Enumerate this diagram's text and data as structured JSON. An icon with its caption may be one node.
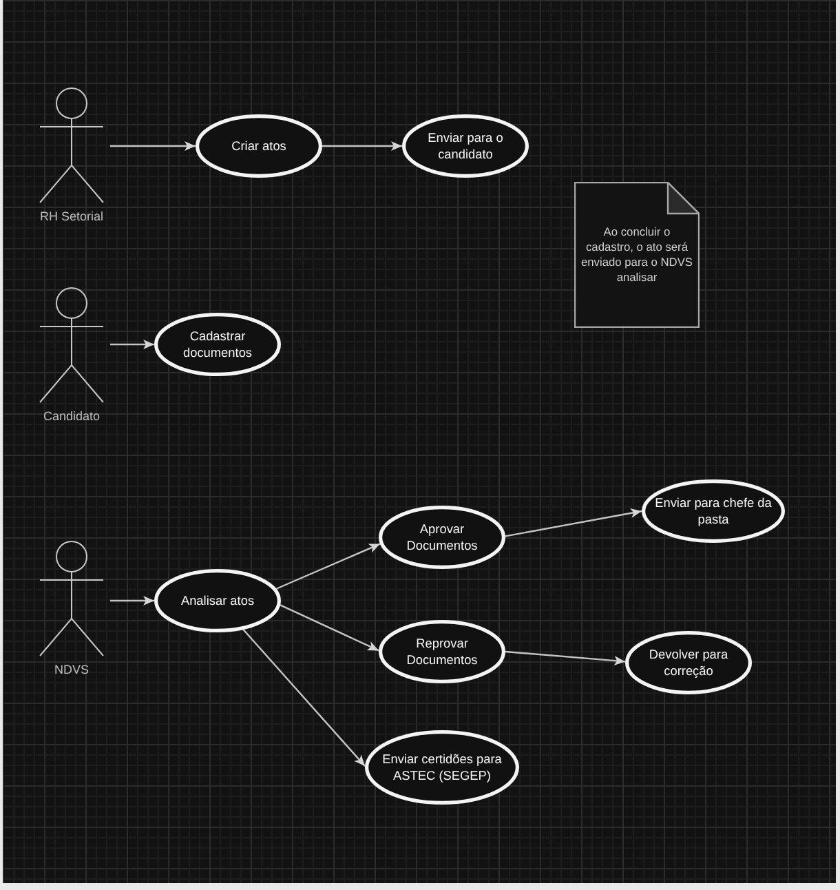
{
  "diagram": {
    "nodes": [
      {
        "text": [
          "RH Setorial"
        ]
      },
      {
        "text": [
          "Criar atos"
        ]
      },
      {
        "text": [
          "Enviar para o candidato"
        ]
      },
      {
        "text": [
          "Ao concluir o cadastro, o ato será enviado para o NDVS analisar"
        ]
      },
      {
        "text": [
          "Candidato"
        ]
      },
      {
        "text": [
          "Cadastrar documentos"
        ]
      },
      {
        "text": [
          "NDVS"
        ]
      },
      {
        "text": [
          "Analisar atos"
        ]
      },
      {
        "text": [
          "Aprovar Documentos"
        ]
      },
      {
        "text": [
          "Enviar para chefe da pasta"
        ]
      },
      {
        "text": [
          "Reprovar Documentos"
        ]
      },
      {
        "text": [
          "Devolver para correção"
        ]
      },
      {
        "text": [
          "Enviar certidões para ASTEC (SEGEP)"
        ]
      }
    ],
    "edges": [
      {
        "from": 0,
        "to": 1,
        "arrow": "to"
      },
      {
        "from": 1,
        "to": 2,
        "arrow": "to"
      },
      {
        "from": 4,
        "to": 5,
        "arrow": "to"
      },
      {
        "from": 6,
        "to": 7,
        "arrow": "to"
      },
      {
        "from": 7,
        "to": 8,
        "arrow": "to"
      },
      {
        "from": 7,
        "to": 10,
        "arrow": "to"
      },
      {
        "from": 7,
        "to": 12,
        "arrow": "to"
      },
      {
        "from": 8,
        "to": 9,
        "arrow": "to"
      },
      {
        "from": 10,
        "to": 11,
        "arrow": "to"
      }
    ]
  }
}
